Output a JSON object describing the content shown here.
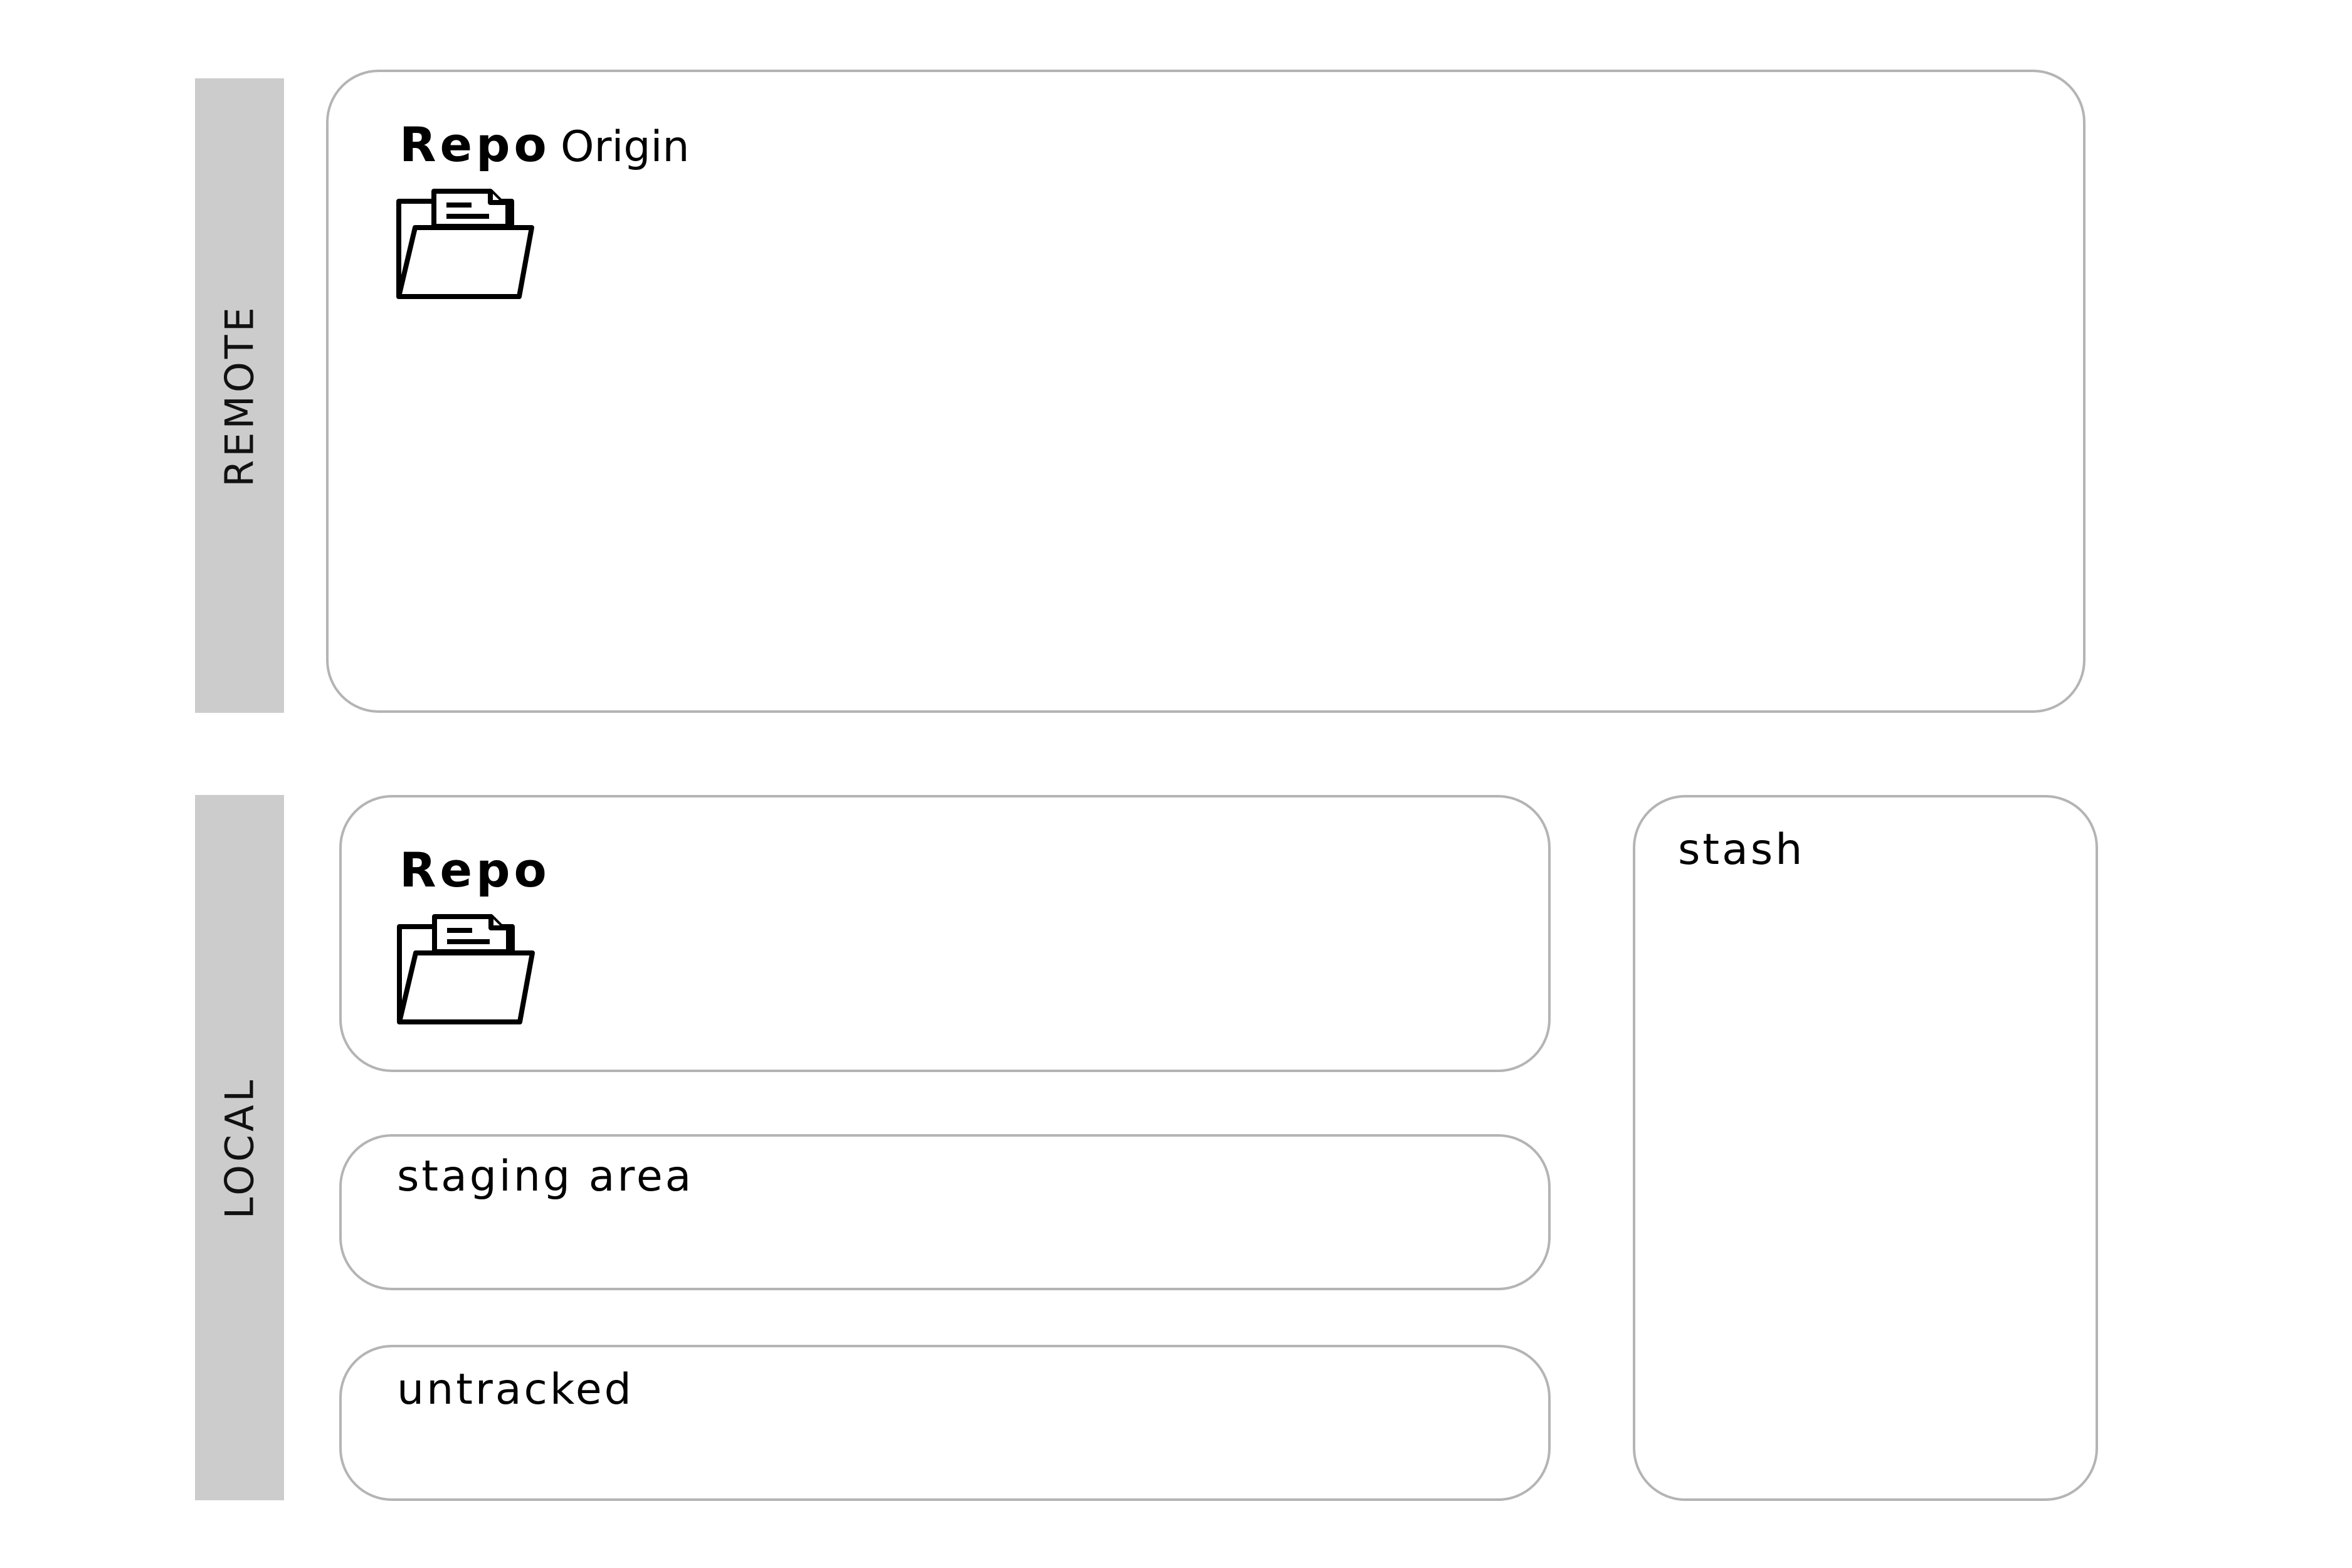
{
  "remote": {
    "side_label": "REMOTE",
    "repo_title": "Repo",
    "repo_subtitle": "Origin",
    "icon": "folder-icon"
  },
  "local": {
    "side_label": "LOCAL",
    "repo_title": "Repo",
    "icon": "folder-icon",
    "staging_label": "staging area",
    "untracked_label": "untracked",
    "stash_label": "stash"
  },
  "colors": {
    "side_bar": "#cccccc",
    "panel_border": "#b4b4b4",
    "text": "#000000"
  }
}
